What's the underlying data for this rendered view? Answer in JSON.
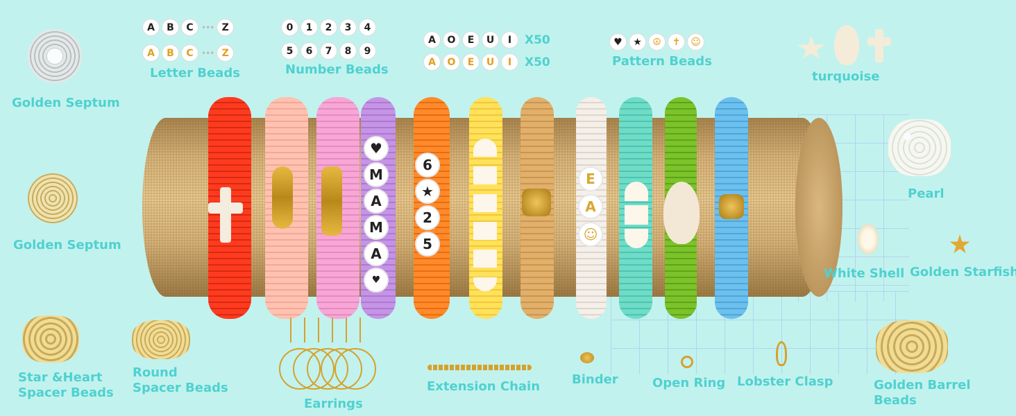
{
  "labels": {
    "golden_septum_1": "Golden Septum",
    "golden_septum_2": "Golden Septum",
    "letter_beads": "Letter Beads",
    "number_beads": "Number Beads",
    "pattern_beads": "Pattern Beads",
    "turquoise": "turquoise",
    "pearl": "Pearl",
    "white_shell": "White Shell",
    "golden_starfish": "Golden Starfish",
    "star_heart_spacer": "Star &Heart Spacer Beads",
    "round_spacer": "Round Spacer Beads",
    "earrings": "Earrings",
    "extension_chain": "Extension Chain",
    "binder": "Binder",
    "open_ring": "Open Ring",
    "lobster_clasp": "Lobster Clasp",
    "golden_barrel": "Golden Barrel Beads"
  },
  "letter_beads": {
    "row1": [
      "A",
      "B",
      "C",
      "Z"
    ],
    "row2": [
      "A",
      "B",
      "C",
      "Z"
    ],
    "dots": "•••"
  },
  "number_beads": {
    "row1": [
      "0",
      "1",
      "2",
      "3",
      "4"
    ],
    "row2": [
      "5",
      "6",
      "7",
      "8",
      "9"
    ]
  },
  "vowel_beads": {
    "row1": [
      "A",
      "O",
      "E",
      "U",
      "I"
    ],
    "row2": [
      "A",
      "O",
      "E",
      "U",
      "I"
    ],
    "count1": "X50",
    "count2": "X50"
  },
  "pattern_beads": [
    "♥",
    "★",
    "☮",
    "✝",
    "☺"
  ],
  "bracelets": {
    "mama": [
      "♥",
      "M",
      "A",
      "M",
      "A",
      "♥"
    ],
    "six_star": [
      "6",
      "★",
      "2",
      "5"
    ],
    "ea_smile": [
      "E",
      "A",
      "☺"
    ]
  },
  "colors": {
    "background": "#c2f2ee",
    "label": "#4fd1cf",
    "gold": "#d9a830"
  }
}
